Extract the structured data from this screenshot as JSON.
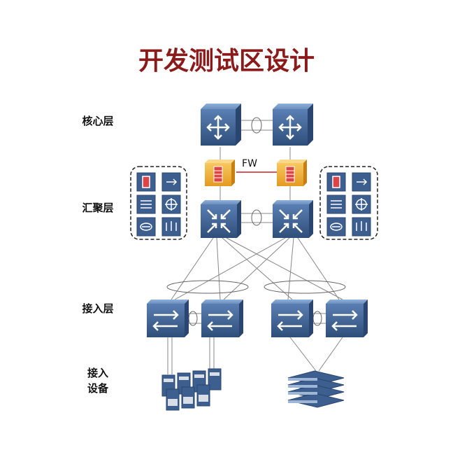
{
  "title": "开发测试区设计",
  "layers": {
    "core": "核心层",
    "aggregation": "汇聚层",
    "access": "接入层",
    "access_devices_line1": "接入",
    "access_devices_line2": "设备"
  },
  "firewall_label": "FW",
  "colors": {
    "title": "#8b1a1a",
    "device_blue": "#3d5f8f",
    "firewall_orange": "#f0a830",
    "link_red": "#cc2222"
  },
  "icons": {
    "core_switch": "router-arrows-icon",
    "firewall": "firewall-icon",
    "aggregation_switch": "multilayer-switch-icon",
    "access_switch": "switch-arrows-icon",
    "servers": "server-cluster-icon",
    "rack_servers": "rack-server-icon"
  }
}
